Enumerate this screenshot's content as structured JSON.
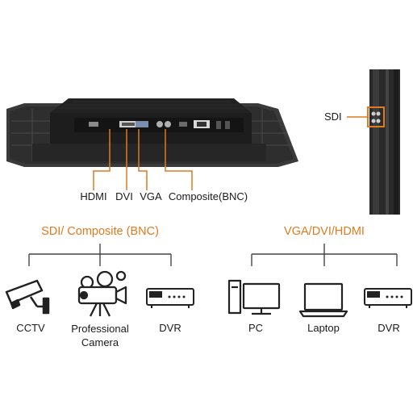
{
  "colors": {
    "accent": "#e07a1f",
    "text": "#1a1a1a",
    "monitor_body": "#2b2b2b",
    "line": "#444444"
  },
  "ports": {
    "labels": [
      "HDMI",
      "DVI",
      "VGA",
      "Composite(BNC)"
    ],
    "sdi_label": "SDI"
  },
  "groups": [
    {
      "heading": "SDI/ Composite (BNC)",
      "devices": [
        {
          "label": "CCTV",
          "icon": "cctv-camera-icon"
        },
        {
          "label": "Professional Camera",
          "label_lines": [
            "Professional",
            "Camera"
          ],
          "icon": "professional-camera-icon"
        },
        {
          "label": "DVR",
          "icon": "dvr-icon"
        }
      ]
    },
    {
      "heading": "VGA/DVI/HDMI",
      "devices": [
        {
          "label": "PC",
          "icon": "pc-icon"
        },
        {
          "label": "Laptop",
          "icon": "laptop-icon"
        },
        {
          "label": "DVR",
          "icon": "dvr-icon"
        }
      ]
    }
  ]
}
